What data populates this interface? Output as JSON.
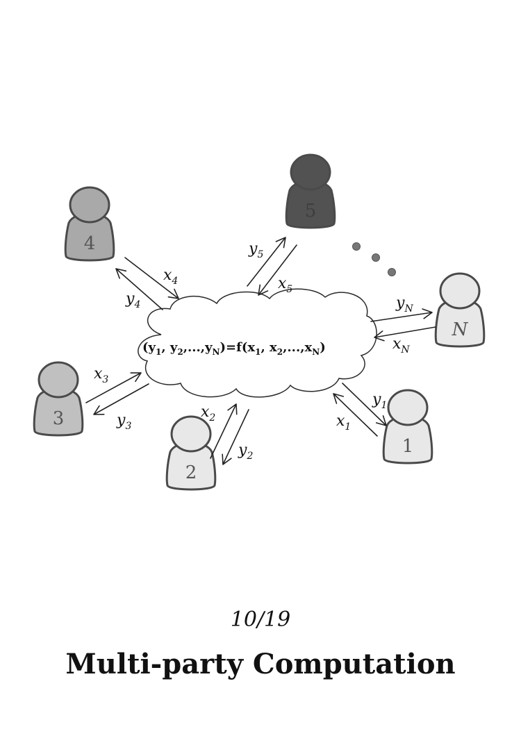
{
  "diagram": {
    "formula": {
      "lhs": [
        "y",
        "y",
        "y"
      ],
      "lhs_subs": [
        "1",
        "2",
        "N"
      ],
      "rhs": [
        "x",
        "x",
        "x"
      ],
      "rhs_subs": [
        "1",
        "2",
        "N"
      ],
      "function": "f",
      "ellipsis": "...,"
    },
    "parties": [
      {
        "id": "1",
        "label": "1",
        "italic": false,
        "fill": "#e8e8e8",
        "text_color": "#555555"
      },
      {
        "id": "2",
        "label": "2",
        "italic": false,
        "fill": "#e8e8e8",
        "text_color": "#555555"
      },
      {
        "id": "3",
        "label": "3",
        "italic": false,
        "fill": "#c0c0c0",
        "text_color": "#555555"
      },
      {
        "id": "4",
        "label": "4",
        "italic": false,
        "fill": "#a9a9a9",
        "text_color": "#555555"
      },
      {
        "id": "5",
        "label": "5",
        "italic": false,
        "fill": "#525252",
        "text_color": "#3e3e3e"
      },
      {
        "id": "N",
        "label": "N",
        "italic": true,
        "fill": "#e8e8e8",
        "text_color": "#555555"
      }
    ],
    "messages": [
      {
        "party": "1",
        "input": "x",
        "input_sub": "1",
        "output": "y",
        "output_sub": "1"
      },
      {
        "party": "2",
        "input": "x",
        "input_sub": "2",
        "output": "y",
        "output_sub": "2"
      },
      {
        "party": "3",
        "input": "x",
        "input_sub": "3",
        "output": "y",
        "output_sub": "3"
      },
      {
        "party": "4",
        "input": "x",
        "input_sub": "4",
        "output": "y",
        "output_sub": "4"
      },
      {
        "party": "5",
        "input": "x",
        "input_sub": "5",
        "output": "y",
        "output_sub": "5"
      },
      {
        "party": "N",
        "input": "x",
        "input_sub": "N",
        "output": "y",
        "output_sub": "N"
      }
    ]
  },
  "slide": {
    "number": "10/19",
    "title": "Multi-party Computation"
  }
}
